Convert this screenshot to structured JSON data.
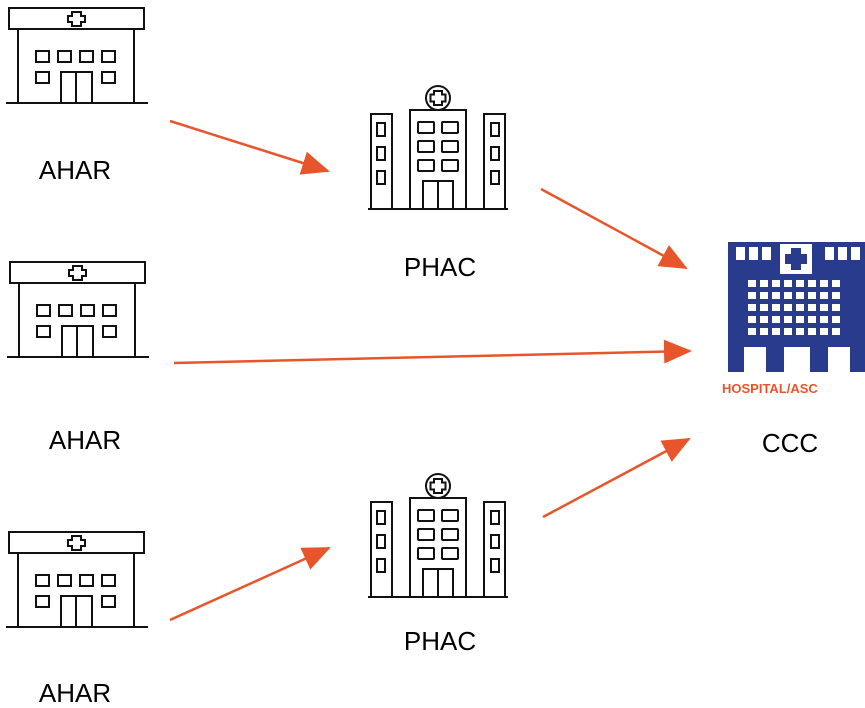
{
  "nodes": {
    "clinic_top": {
      "label": "AHAR",
      "icon": "clinic-icon"
    },
    "clinic_mid": {
      "label": "AHAR",
      "icon": "clinic-icon"
    },
    "clinic_bottom": {
      "label": "AHAR",
      "icon": "clinic-icon"
    },
    "phac_top": {
      "label": "PHAC",
      "icon": "office-building-icon"
    },
    "phac_bottom": {
      "label": "PHAC",
      "icon": "office-building-icon"
    },
    "ccc": {
      "label": "CCC",
      "icon": "hospital-asc-icon",
      "caption": "HOSPITAL/ASC"
    }
  },
  "edges": [
    {
      "from": "clinic_top",
      "to": "phac_top"
    },
    {
      "from": "phac_top",
      "to": "ccc"
    },
    {
      "from": "clinic_mid",
      "to": "ccc"
    },
    {
      "from": "phac_bottom",
      "to": "ccc"
    },
    {
      "from": "clinic_bottom",
      "to": "phac_bottom"
    }
  ],
  "colors": {
    "arrow": "#e8552b",
    "icon_line": "#111111",
    "hospital_blue": "#283b8c"
  }
}
